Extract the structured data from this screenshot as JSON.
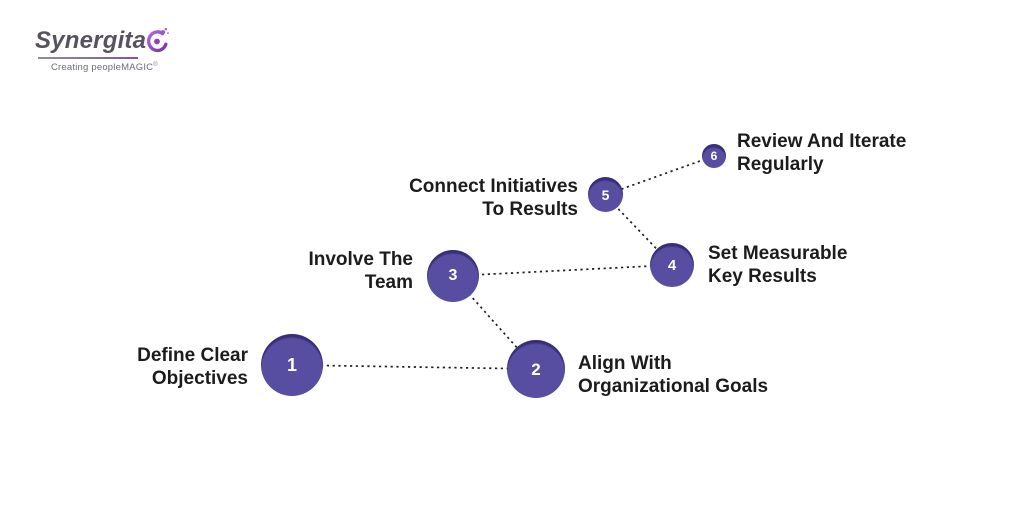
{
  "logo": {
    "brand": "Synergita",
    "tagline": "Creating peopleMAGIC",
    "registered_mark": "®",
    "brand_text_color": "#56525f",
    "icon_color": "#8e44ad"
  },
  "diagram": {
    "node_color": "#574da1",
    "node_top_shade_color": "#3a2f70",
    "node_number_color": "#ffffff",
    "connector_color": "#1c1c1c",
    "label_color": "#1c1c1e",
    "steps": [
      {
        "number": "1",
        "lines": [
          "Define Clear",
          "Objectives"
        ]
      },
      {
        "number": "2",
        "lines": [
          "Align With",
          "Organizational Goals"
        ]
      },
      {
        "number": "3",
        "lines": [
          "Involve The",
          "Team"
        ]
      },
      {
        "number": "4",
        "lines": [
          "Set Measurable",
          "Key Results"
        ]
      },
      {
        "number": "5",
        "lines": [
          "Connect Initiatives",
          "To Results"
        ]
      },
      {
        "number": "6",
        "lines": [
          "Review And Iterate",
          "Regularly"
        ]
      }
    ]
  }
}
